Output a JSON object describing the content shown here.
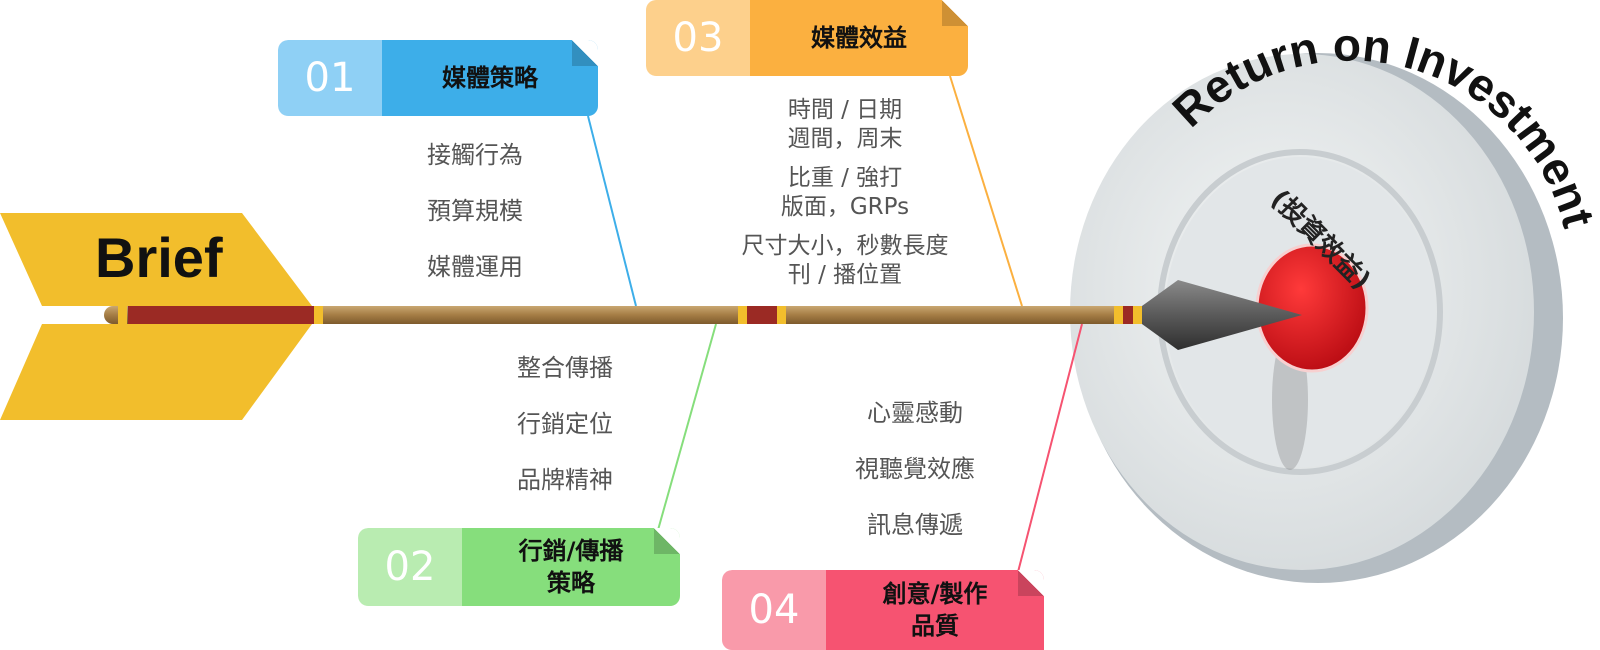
{
  "brief_label": "Brief",
  "target": {
    "title": "Return on Investment",
    "subtitle": "(投資效益)"
  },
  "categories": [
    {
      "number": "01",
      "title": "媒體策略",
      "color_dark": "#3daee9",
      "color_light": "#8fd0f5",
      "items": [
        "接觸行為",
        "預算規模",
        "媒體運用"
      ]
    },
    {
      "number": "02",
      "title": "行銷/傳播\n策略",
      "color_dark": "#86de7c",
      "color_light": "#b9ecb1",
      "items": [
        "整合傳播",
        "行銷定位",
        "品牌精神"
      ]
    },
    {
      "number": "03",
      "title": "媒體效益",
      "color_dark": "#fbb040",
      "color_light": "#fdd08c",
      "items": [
        "時間 / 日期",
        "週間，周末",
        "比重 / 強打",
        "版面，GRPs",
        "尺寸大小，秒數長度",
        "刊 / 播位置"
      ]
    },
    {
      "number": "04",
      "title": "創意/製作\n品質",
      "color_dark": "#f65371",
      "color_light": "#f99aaa",
      "items": [
        "心靈感動",
        "視聽覺效應",
        "訊息傳遞"
      ]
    }
  ],
  "colors": {
    "brief_yellow": "#f2be2c",
    "shaft": "#b08a52",
    "band_red": "#9b2a24",
    "target_face": "#e4e7e8",
    "bullseye": "#d4141d"
  }
}
